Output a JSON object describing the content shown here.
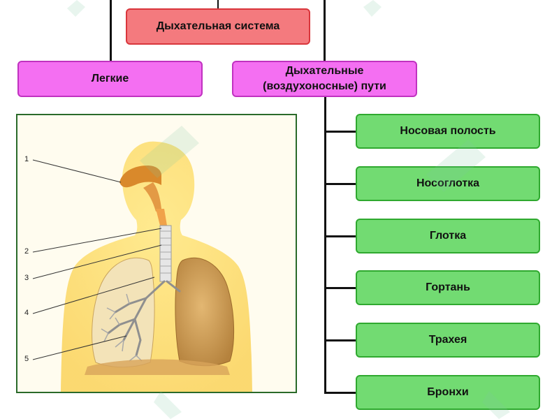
{
  "diagram": {
    "root": "Дыхательная система",
    "left_branch": "Легкие",
    "right_branch_line1": "Дыхательные",
    "right_branch_line2": "(воздухоносные) пути",
    "airways": [
      "Носовая полость",
      "Носоглотка",
      "Глотка",
      "Гортань",
      "Трахея",
      "Бронхи"
    ]
  },
  "figure": {
    "labels": [
      "1",
      "2",
      "3",
      "4",
      "5"
    ]
  },
  "colors": {
    "root_fill": "#f47a7e",
    "branch_fill": "#f46ff2",
    "leaf_fill": "#72db72",
    "connector": "#111111"
  }
}
